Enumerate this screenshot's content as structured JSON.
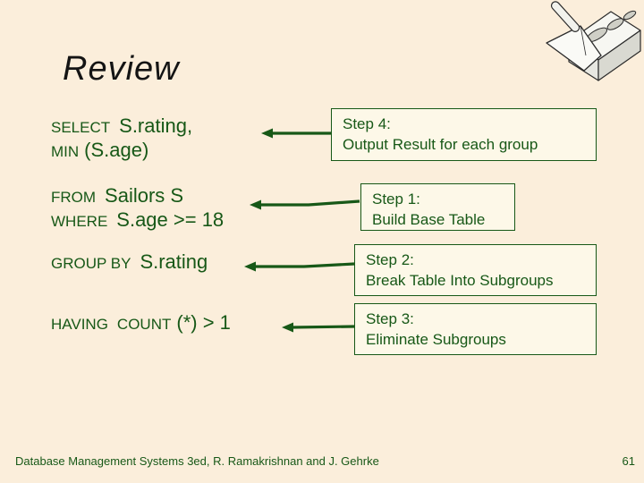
{
  "slide": {
    "title": "Review",
    "footer": "Database Management Systems 3ed,  R. Ramakrishnan and J. Gehrke",
    "page_number": "61",
    "colors": {
      "background": "#FBEEDB",
      "text_green": "#175817",
      "box_fill": "#FDF8E8",
      "title_color": "#141414"
    }
  },
  "query": [
    {
      "kw": "SELECT",
      "body": "S.rating,"
    },
    {
      "kw": "MIN",
      "body": "(S.age)"
    },
    {
      "kw": "FROM",
      "body": "Sailors S"
    },
    {
      "kw": "WHERE",
      "body": "S.age >= 18"
    },
    {
      "kw": "GROUP BY",
      "body": "S.rating"
    },
    {
      "kw": "HAVING",
      "kw2": "COUNT",
      "body": "(*) > 1"
    }
  ],
  "steps": [
    {
      "label": "Step 4:",
      "desc": "Output Result for each group"
    },
    {
      "label": "Step 1:",
      "desc": "Build Base Table"
    },
    {
      "label": "Step 2:",
      "desc": "Break Table Into Subgroups"
    },
    {
      "label": "Step 3:",
      "desc": "Eliminate Subgroups"
    }
  ],
  "clipart": {
    "name": "brick-and-trowel"
  }
}
